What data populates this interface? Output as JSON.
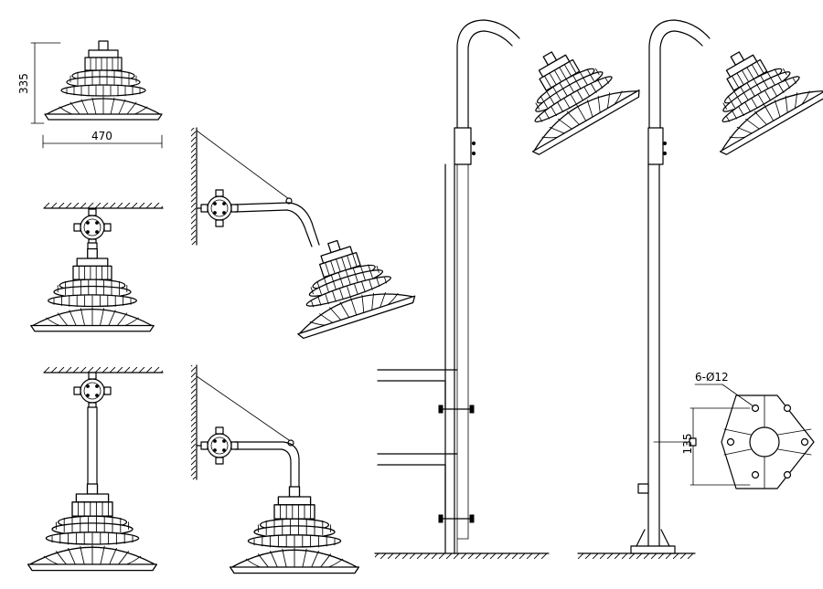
{
  "dimensions": {
    "height_label": "335",
    "width_label": "470",
    "hole_label": "6-Ø12",
    "pcd_label": "135"
  },
  "views": [
    "pendant-lamp-front",
    "ceiling-mount-lamp",
    "ceiling-pendant-pole-lamp",
    "wall-mount-angled-lamp",
    "wall-mount-curved-lamp",
    "pole-mount-lamp-clamped",
    "pole-mount-lamp-flange",
    "hexagonal-base-flange"
  ]
}
